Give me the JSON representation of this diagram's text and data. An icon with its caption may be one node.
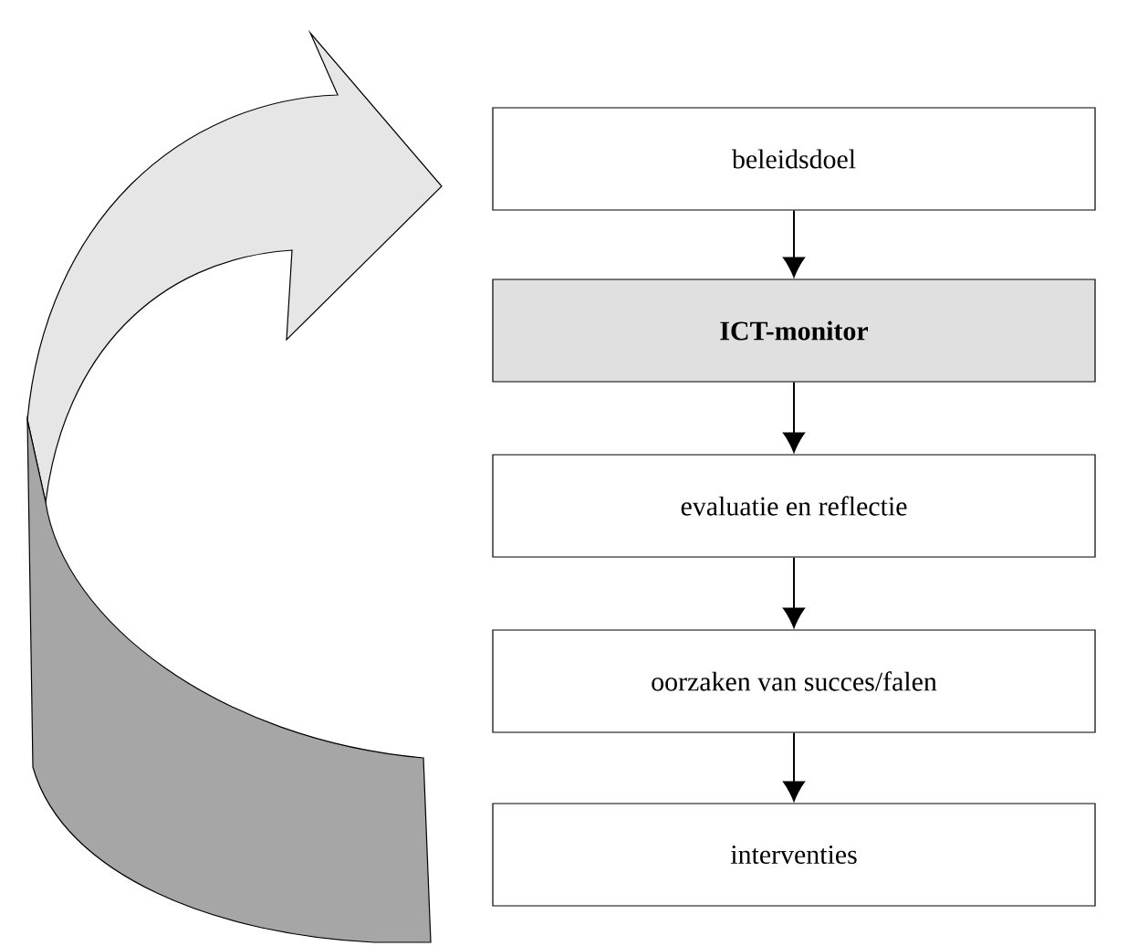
{
  "diagram": {
    "nodes": [
      {
        "text": [
          "beleidsdoel"
        ]
      },
      {
        "text": [
          "ICT-monitor"
        ]
      },
      {
        "text": [
          "evaluatie en reflectie"
        ]
      },
      {
        "text": [
          "oorzaken van succes/falen"
        ]
      },
      {
        "text": [
          "interventies"
        ]
      }
    ],
    "edges": [
      {
        "from": 0,
        "to": 1,
        "arrow": "to"
      },
      {
        "from": 1,
        "to": 2,
        "arrow": "to"
      },
      {
        "from": 2,
        "to": 3,
        "arrow": "to"
      },
      {
        "from": 3,
        "to": 4,
        "arrow": "to"
      }
    ]
  }
}
